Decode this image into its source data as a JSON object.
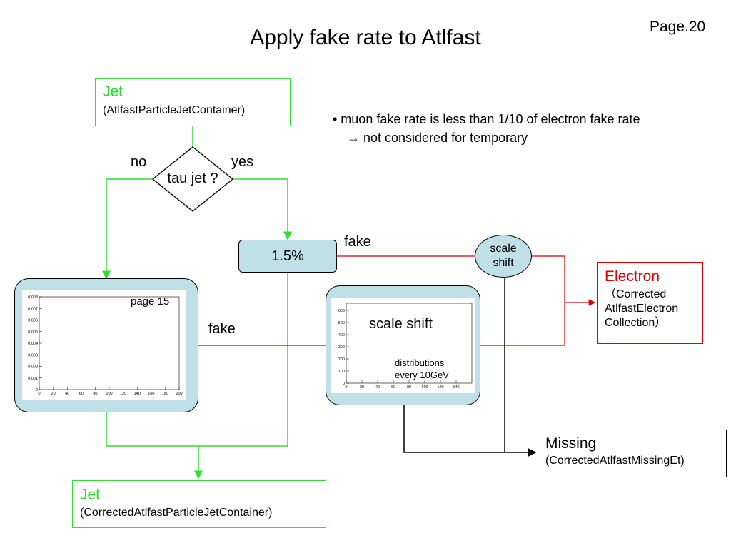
{
  "slide": {
    "title": "Apply fake rate to Atlfast",
    "page_number": "Page.20"
  },
  "jet_input": {
    "name": "Jet",
    "container": "(AtlfastParticleJetContainer)"
  },
  "decision": {
    "label": "tau jet ?",
    "no": "no",
    "yes": "yes"
  },
  "rate_box": {
    "value": "1.5%"
  },
  "scale_oval": {
    "label_line1": "scale",
    "label_line2": "shift"
  },
  "fake_labels": {
    "upper": "fake",
    "lower": "fake"
  },
  "bullet": {
    "line1": "• muon fake rate is less than 1/10 of electron fake rate",
    "line2": "→ not considered for temporary"
  },
  "electron_box": {
    "name": "Electron",
    "line1": "（Corrected",
    "line2": "AtlfastElectron",
    "line3": "Collection）"
  },
  "missing_box": {
    "name": "Missing",
    "container": "(CorrectedAtlfastMissingEt)"
  },
  "jet_output": {
    "name": "Jet",
    "container": "(CorrectedAtlfastParticleJetContainer)"
  },
  "left_plot": {
    "caption": "page 15",
    "y_ticks": [
      "0.008",
      "0.007",
      "0.006",
      "0.005",
      "0.004",
      "0.003",
      "0.002",
      "0.001",
      "0"
    ],
    "x_ticks": [
      "0",
      "20",
      "40",
      "60",
      "80",
      "100",
      "120",
      "140",
      "160",
      "180",
      "200"
    ]
  },
  "right_plot": {
    "caption": "scale shift",
    "note_line1": "distributions",
    "note_line2": "every 10GeV",
    "y_ticks": [
      "600",
      "500",
      "400",
      "300",
      "200",
      "100",
      "0"
    ],
    "x_ticks": [
      "0",
      "20",
      "40",
      "60",
      "80",
      "100",
      "120",
      "140"
    ]
  },
  "colors": {
    "green": "#33dd33",
    "red": "#dd0000",
    "teal": "#bfe0e6"
  }
}
